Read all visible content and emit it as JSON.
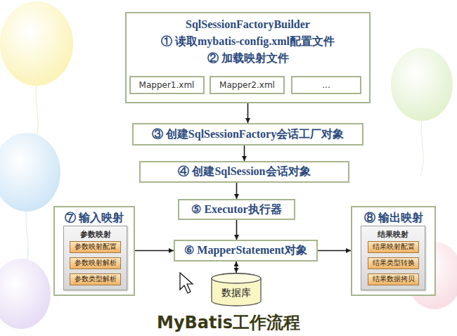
{
  "diagram": {
    "title": "MyBatis工作流程",
    "nodes": [
      {
        "text": [
          "SqlSessionFactoryBuilder",
          "① 读取mybatis-config.xml配置文件",
          "② 加载映射文件"
        ]
      },
      {
        "text": [
          "Mapper1.xml"
        ],
        "in": 0
      },
      {
        "text": [
          "Mapper2.xml"
        ],
        "in": 0
      },
      {
        "text": [
          "..."
        ],
        "in": 0
      },
      {
        "text": [
          "③ 创建SqlSessionFactory会话工厂对象"
        ]
      },
      {
        "text": [
          "④ 创建SqlSession会话对象"
        ]
      },
      {
        "text": [
          "⑤ Executor执行器"
        ]
      },
      {
        "text": [
          "⑦ 输入映射"
        ]
      },
      {
        "text": [
          "参数映射"
        ],
        "in": 7
      },
      {
        "text": [
          "参数映射配置"
        ],
        "in": 8
      },
      {
        "text": [
          "参数映射解析"
        ],
        "in": 8
      },
      {
        "text": [
          "参数类型解析"
        ],
        "in": 8
      },
      {
        "text": [
          "⑥ MapperStatement对象"
        ]
      },
      {
        "text": [
          "数据库"
        ]
      },
      {
        "text": [
          "⑧ 输出映射"
        ]
      },
      {
        "text": [
          "结果映射"
        ],
        "in": 14
      },
      {
        "text": [
          "结果映射配置"
        ],
        "in": 15
      },
      {
        "text": [
          "结果类型转换"
        ],
        "in": 15
      },
      {
        "text": [
          "结果数据拷贝"
        ],
        "in": 15
      }
    ],
    "edges": [
      {
        "from": 0,
        "to": 4,
        "arrow": "to"
      },
      {
        "from": 4,
        "to": 5,
        "arrow": "to"
      },
      {
        "from": 5,
        "to": 6,
        "arrow": "to"
      },
      {
        "from": 6,
        "to": 12,
        "arrow": "to"
      },
      {
        "from": 7,
        "to": 12,
        "arrow": "to"
      },
      {
        "from": 12,
        "to": 14,
        "arrow": "to"
      },
      {
        "from": 12,
        "to": 13,
        "arrow": "both"
      }
    ]
  }
}
